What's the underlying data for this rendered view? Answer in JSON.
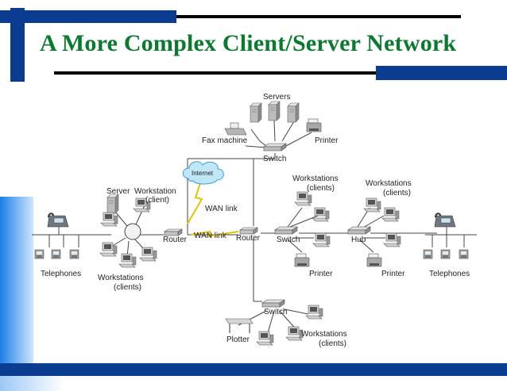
{
  "slide": {
    "title": "A More Complex Client/Server Network",
    "colors": {
      "title": "#0a7a2e",
      "bar_blue": "#0a3d91",
      "bar_black": "#000000"
    }
  },
  "diagram": {
    "labels": {
      "servers": "Servers",
      "fax_machine": "Fax machine",
      "printer_top": "Printer",
      "switch_top": "Switch",
      "internet": "Internet",
      "server": "Server",
      "workstation_client_1": "Workstation",
      "workstation_client_2": "(client)",
      "wan_link_1": "WAN link",
      "wan_link_2": "WAN link",
      "router_left": "Router",
      "router_center": "Router",
      "workstations_clients_mid_1": "Workstations",
      "workstations_clients_mid_2": "(clients)",
      "workstations_clients_right_1": "Workstations",
      "workstations_clients_right_2": "(clients)",
      "switch_mid": "Switch",
      "hub": "Hub",
      "printer_mid": "Printer",
      "printer_right": "Printer",
      "telephones_left": "Telephones",
      "telephones_right": "Telephones",
      "workstations_clients_left_1": "Workstations",
      "workstations_clients_left_2": "(clients)",
      "switch_bottom": "Switch",
      "plotter": "Plotter",
      "workstations_clients_bottom_1": "Workstations",
      "workstations_clients_bottom_2": "(clients)"
    },
    "icons": [
      "server-icon",
      "workstation-icon",
      "printer-icon",
      "fax-machine-icon",
      "switch-icon",
      "router-icon",
      "hub-icon",
      "telephone-icon",
      "ip-phone-icon",
      "plotter-icon",
      "internet-cloud-icon"
    ]
  }
}
